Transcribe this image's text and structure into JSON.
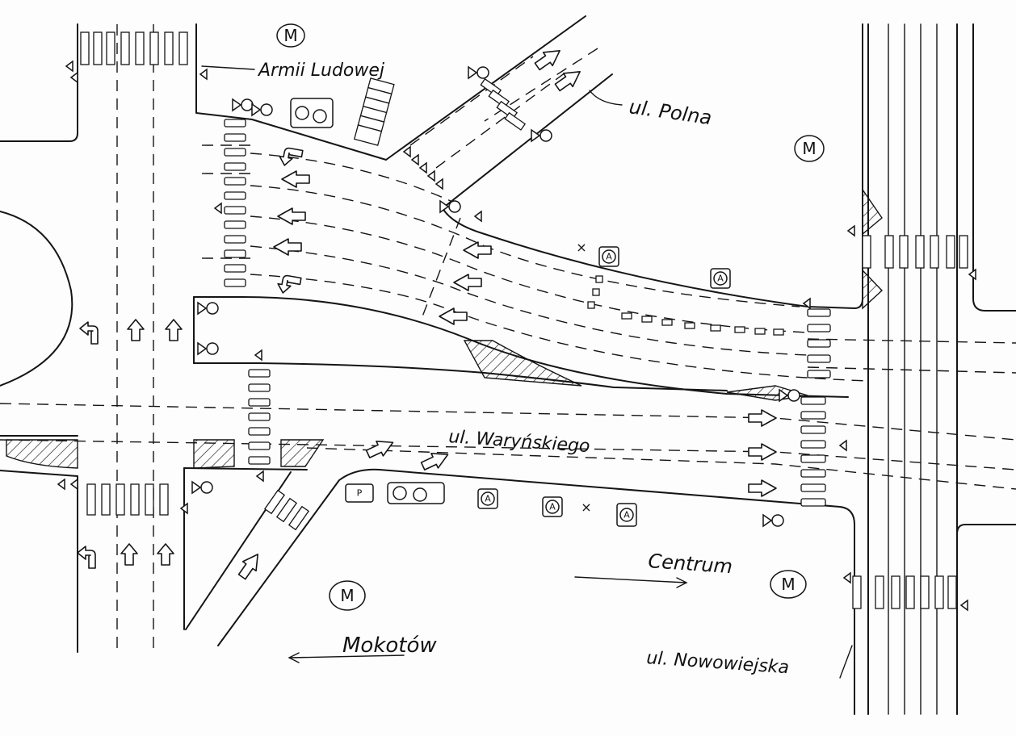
{
  "streets": {
    "armii_ludowej": "Armii Ludowej",
    "polna": "ul. Polna",
    "warynskiego": "ul. Waryńskiego",
    "nowowiejska": "ul. Nowowiejska"
  },
  "directions": {
    "centrum": "Centrum",
    "mokotow": "Mokotów"
  },
  "symbols": {
    "metro_letter": "M",
    "sign_a": "A",
    "sign_p": "P",
    "stop_x": "×"
  },
  "colors": {
    "ink": "#151515",
    "paper": "#fdfdfd"
  }
}
